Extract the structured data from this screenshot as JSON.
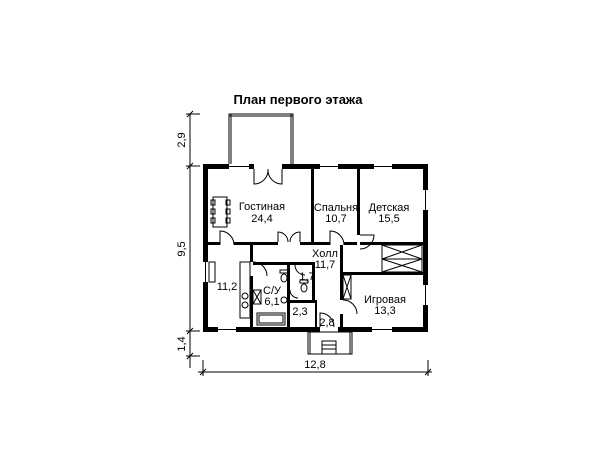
{
  "title": "План первого этажа",
  "rooms": [
    {
      "name": "Гостиная",
      "area": "24,4"
    },
    {
      "name": "Спальня",
      "area": "10,7"
    },
    {
      "name": "Детская",
      "area": "15,5"
    },
    {
      "name": "Холл",
      "area": "11,7"
    },
    {
      "name": "",
      "area": "11,2"
    },
    {
      "name": "С/У",
      "area": "6,1"
    },
    {
      "name": "",
      "area": "1,7"
    },
    {
      "name": "",
      "area": "2,3"
    },
    {
      "name": "",
      "area": "2,8"
    },
    {
      "name": "Игровая",
      "area": "13,3"
    }
  ],
  "dimensions": {
    "width": "12,8",
    "depth": "9,5",
    "terrace": "2,9",
    "porch": "1,4"
  }
}
